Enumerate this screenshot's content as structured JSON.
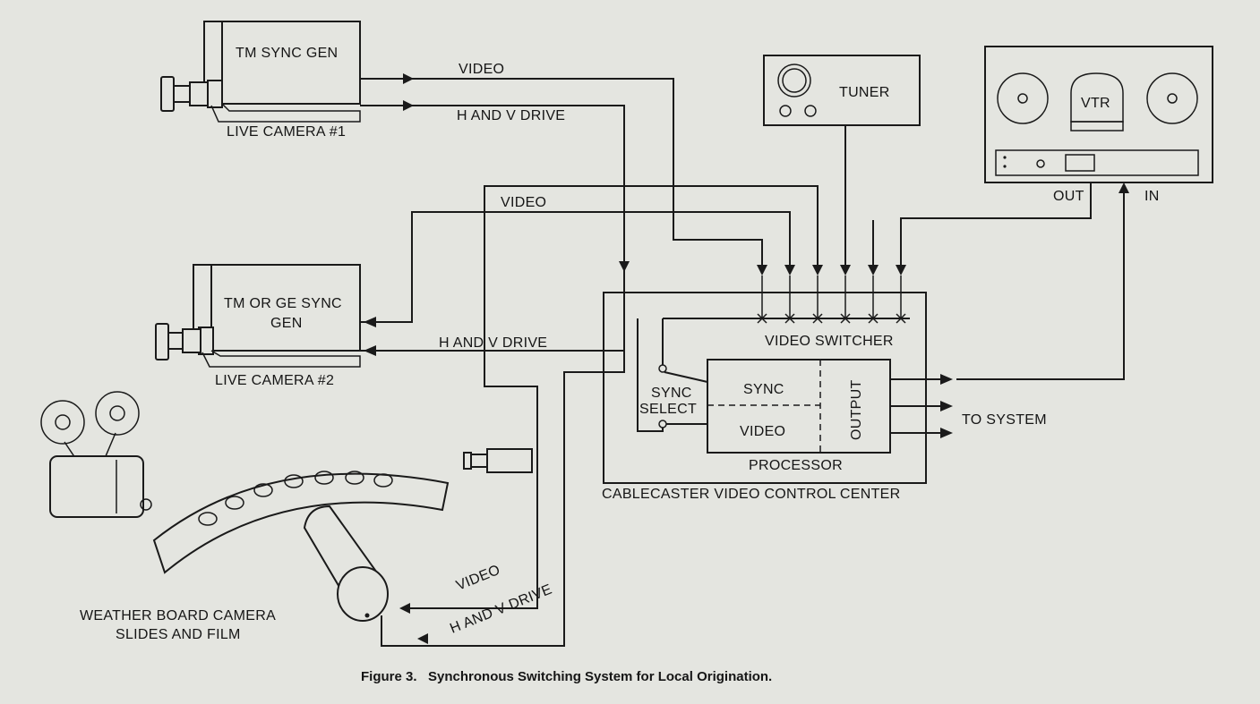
{
  "labels": {
    "sync_gen_1": "TM SYNC GEN",
    "camera_1": "LIVE CAMERA #1",
    "video_1": "VIDEO",
    "hv_drive_1": "H AND V DRIVE",
    "video_2": "VIDEO",
    "sync_gen_2_line1": "TM OR GE SYNC",
    "sync_gen_2_line2": "GEN",
    "hv_drive_2": "H AND V DRIVE",
    "camera_2": "LIVE CAMERA #2",
    "tuner": "TUNER",
    "vtr": "VTR",
    "vtr_out": "OUT",
    "vtr_in": "IN",
    "video_switcher": "VIDEO SWITCHER",
    "sync_select_line1": "SYNC",
    "sync_select_line2": "SELECT",
    "sync": "SYNC",
    "video_proc": "VIDEO",
    "output": "OUTPUT",
    "processor": "PROCESSOR",
    "to_system": "TO SYSTEM",
    "control_center": "CABLECASTER VIDEO CONTROL CENTER",
    "weather_line1": "WEATHER BOARD CAMERA",
    "weather_line2": "SLIDES AND FILM",
    "video_3": "VIDEO",
    "hv_drive_3": "H AND V DRIVE"
  },
  "caption": "Figure 3.   Synchronous Switching System for Local Origination."
}
